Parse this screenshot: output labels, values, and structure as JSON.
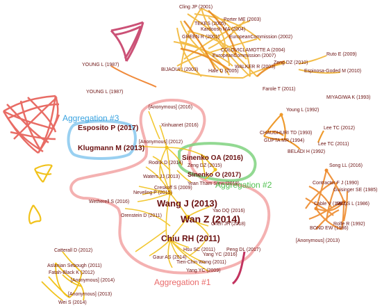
{
  "colors": {
    "label": "#6a1010",
    "yellow": "#f1c21b",
    "orange": "#ee9a2c",
    "red": "#e5534b",
    "magenta": "#c2335f",
    "agg1": "#e96a6a",
    "agg2": "#4fc04f",
    "agg3": "#3aa3e0"
  },
  "aggregations": [
    {
      "id": "agg1",
      "label": "Aggregation #1"
    },
    {
      "id": "agg2",
      "label": "Aggregation #2"
    },
    {
      "id": "agg3",
      "label": "Aggregation #3"
    }
  ],
  "nodes": [
    {
      "id": "cling",
      "label": "Cling JP (2001)"
    },
    {
      "id": "porter",
      "label": "Porter ME (2003)"
    },
    {
      "id": "tekes",
      "label": "TEKES (2005)"
    },
    {
      "id": "kardoosh",
      "label": "Kardoosh MA (2004)"
    },
    {
      "id": "green",
      "label": "GREEN R (2001)"
    },
    {
      "id": "ec2002",
      "label": "EuropeanCommission (2002)"
    },
    {
      "id": "colovic",
      "label": "COLOVICLAMOTTE A (2004)"
    },
    {
      "id": "ec2007",
      "label": "EuropeanCommission (2007)"
    },
    {
      "id": "bijaoui",
      "label": "BIJAOUI I (2003)"
    },
    {
      "id": "haled",
      "label": "Hale D (2005)"
    },
    {
      "id": "walker",
      "label": "WALKER R (2003)"
    },
    {
      "id": "zengdz2010",
      "label": "Zeng DZ (2010)"
    },
    {
      "id": "rutoe",
      "label": "Ruto E (2009)"
    },
    {
      "id": "espinosa",
      "label": "Espinosa-Goded M (2010)"
    },
    {
      "id": "younga",
      "label": "YOUNG L (1987)"
    },
    {
      "id": "youngb",
      "label": "YOUNG L (1987)"
    },
    {
      "id": "farole",
      "label": "Farole T (2011)"
    },
    {
      "id": "miyagiwa",
      "label": "MIYAGIWA K (1993)"
    },
    {
      "id": "anon2016",
      "label": "[Anonymous] (2016)"
    },
    {
      "id": "xinhua",
      "label": "Xinhuanet (2016)"
    },
    {
      "id": "esposito",
      "label": "Esposito P (2017)"
    },
    {
      "id": "anon2012",
      "label": "[Anonymous] (2012)"
    },
    {
      "id": "klugmann",
      "label": "Klugmann M (2013)"
    },
    {
      "id": "youngl1992",
      "label": "Young L (1992)"
    },
    {
      "id": "chaudhuri",
      "label": "CHAUDHURI TD (1993)"
    },
    {
      "id": "gupta",
      "label": "GUPTA MR (1994)"
    },
    {
      "id": "beladi",
      "label": "BELADI H (1992)"
    },
    {
      "id": "leetc2012",
      "label": "Lee TC (2012)"
    },
    {
      "id": "leetc2011",
      "label": "Lee TC (2011)"
    },
    {
      "id": "sinenko2016",
      "label": "Sinenko OA (2016)"
    },
    {
      "id": "rodrik",
      "label": "Rodrik D (2014)"
    },
    {
      "id": "zengdz2015",
      "label": "Zeng DZ (2015)"
    },
    {
      "id": "watersjj",
      "label": "Waters JJ (2013)"
    },
    {
      "id": "sinenko2017",
      "label": "Sinenko O (2017)"
    },
    {
      "id": "yeantham",
      "label": "Yean Tham Siew (2018)"
    },
    {
      "id": "creskoff",
      "label": "Creskoff S (2009)"
    },
    {
      "id": "songll",
      "label": "Song LL (2016)"
    },
    {
      "id": "contractor",
      "label": "Contractor F J (1990)"
    },
    {
      "id": "guisinger",
      "label": "Guisinger SE (1985)"
    },
    {
      "id": "neveling",
      "label": "Neveling P (2015)"
    },
    {
      "id": "wangj",
      "label": "Wang J (2013)"
    },
    {
      "id": "wetherell",
      "label": "Wetherell S (2016)"
    },
    {
      "id": "cablev",
      "label": "Cable V (1987)"
    },
    {
      "id": "mills",
      "label": "MILLS L (1986)"
    },
    {
      "id": "yaodq",
      "label": "Yao DQ (2016)"
    },
    {
      "id": "orenstein",
      "label": "Orenstein D (2011)"
    },
    {
      "id": "wanz",
      "label": "Wan Z (2014)"
    },
    {
      "id": "chenjh",
      "label": "Chen JH (2018)"
    },
    {
      "id": "bondew",
      "label": "BOND EW (1986)"
    },
    {
      "id": "rolfe",
      "label": "Rolfe R (1992)"
    },
    {
      "id": "chiurh",
      "label": "Chiu RH (2011)"
    },
    {
      "id": "anon2013r",
      "label": "[Anonymous] (2013)"
    },
    {
      "id": "hsusc",
      "label": "Hsu SC (2011)"
    },
    {
      "id": "pengdl",
      "label": "Peng DL (2017)"
    },
    {
      "id": "catterall",
      "label": "Catterall D (2012)"
    },
    {
      "id": "gaur",
      "label": "Gaur AS (2014)"
    },
    {
      "id": "yangyc2016",
      "label": "Yang YC (2016)"
    },
    {
      "id": "tienchin",
      "label": "Tien-Chin Wang (2011)"
    },
    {
      "id": "aslanian",
      "label": "Aslanian Sebough (2011)"
    },
    {
      "id": "fatah",
      "label": "Fatah-Black K (2012)"
    },
    {
      "id": "yangyc2009",
      "label": "Yang YC (2009)"
    },
    {
      "id": "anon2014",
      "label": "[Anonymous] (2014)"
    },
    {
      "id": "anon2013b",
      "label": "[Anonymous] (2013)"
    },
    {
      "id": "weis",
      "label": "Wei S (2014)"
    }
  ]
}
